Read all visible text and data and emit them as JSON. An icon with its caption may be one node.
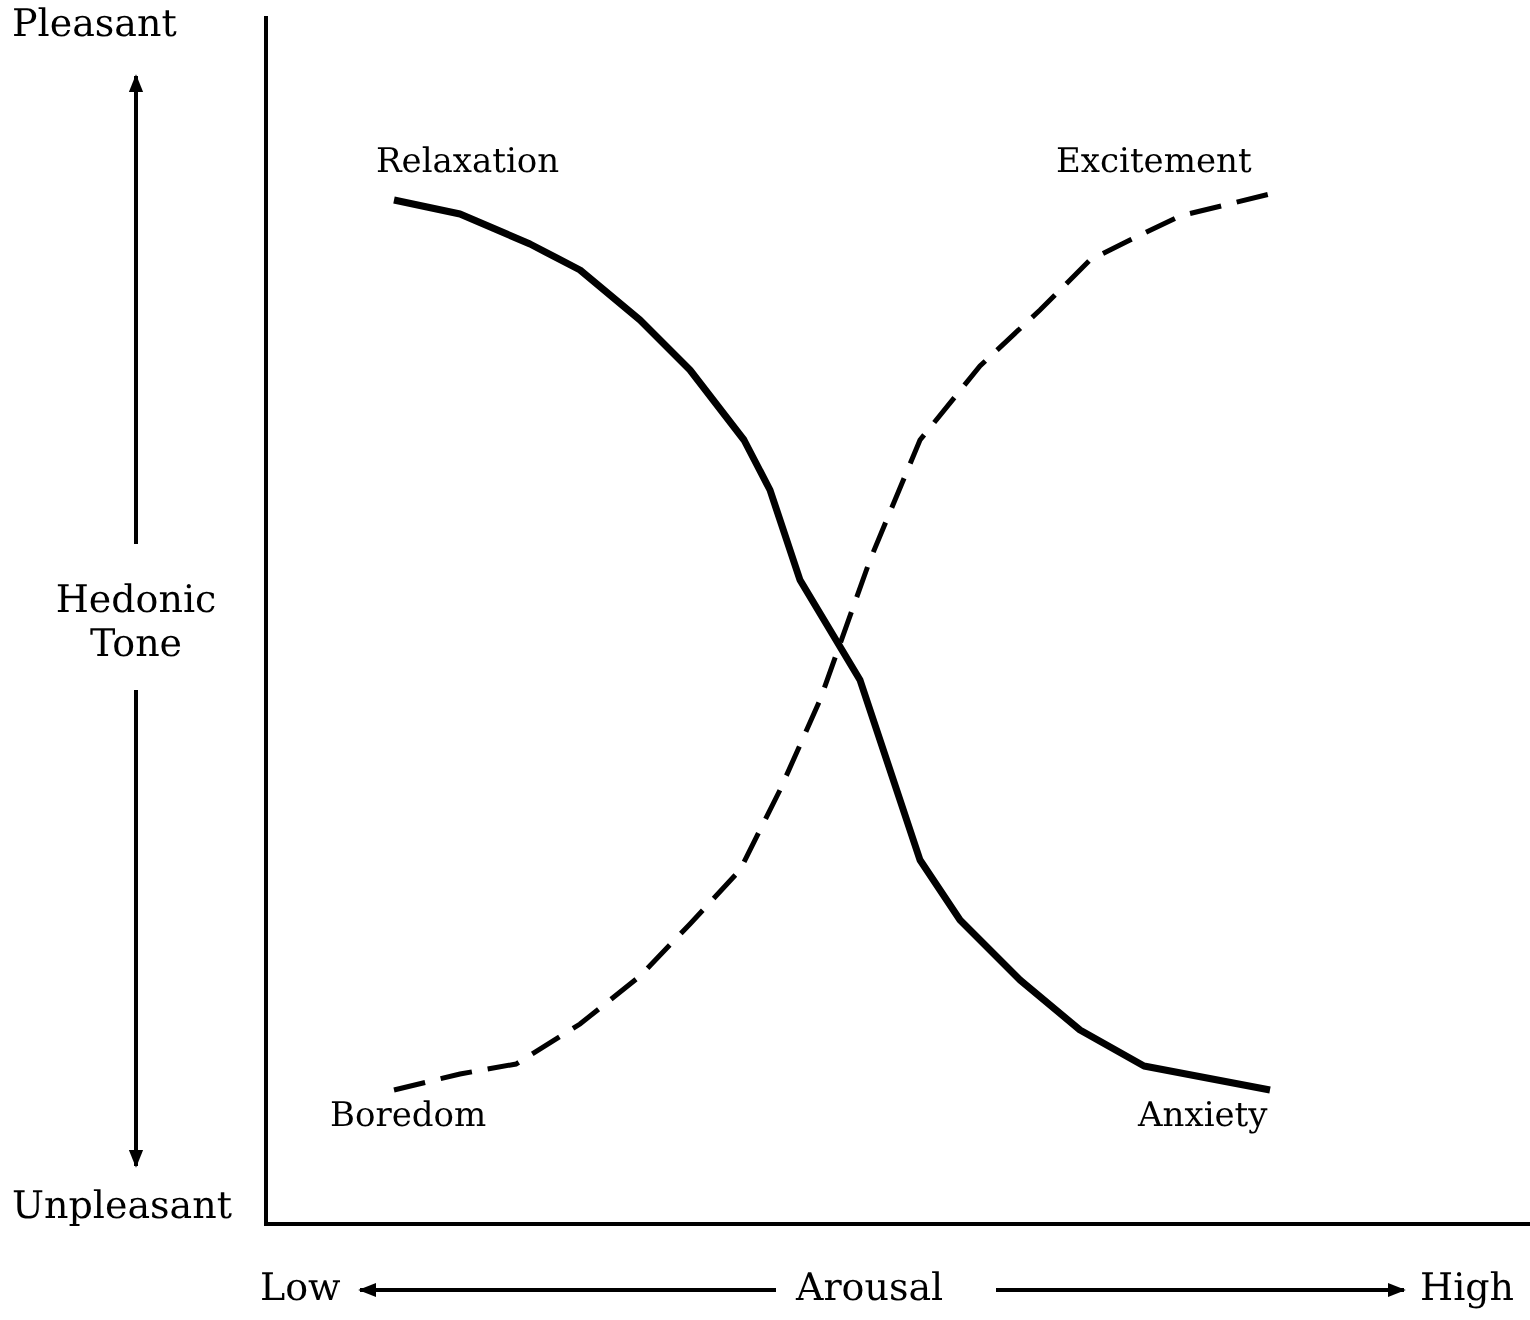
{
  "diagram": {
    "labels": [
      "Pleasant",
      "Relaxation",
      "Excitement",
      "Hedonic Tone",
      "Boredom",
      "Anxiety",
      "Unpleasant",
      "Low",
      "Arousal",
      "High"
    ]
  }
}
